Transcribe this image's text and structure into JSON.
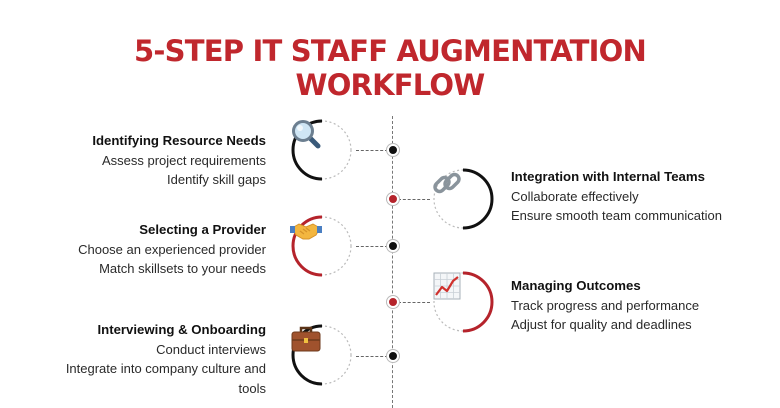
{
  "title": {
    "line1": "5-STEP IT STAFF AUGMENTATION",
    "line2": "WORKFLOW"
  },
  "colors": {
    "accent": "#c0272d",
    "dark": "#111111",
    "spine": "#777777"
  },
  "steps": [
    {
      "side": "left",
      "heading": "Identifying Resource Needs",
      "lines": [
        "Assess project requirements",
        "Identify skill gaps"
      ],
      "icon": "magnifier-icon",
      "ring_color": "#111111",
      "dot_color": "black"
    },
    {
      "side": "right",
      "heading": "Integration with Internal Teams",
      "lines": [
        "Collaborate effectively",
        "Ensure smooth team communication"
      ],
      "icon": "chain-link-icon",
      "ring_color": "#111111",
      "dot_color": "red"
    },
    {
      "side": "left",
      "heading": "Selecting a Provider",
      "lines": [
        "Choose an experienced provider",
        "Match skillsets to your needs"
      ],
      "icon": "handshake-icon",
      "ring_color": "#b5232b",
      "dot_color": "black"
    },
    {
      "side": "right",
      "heading": "Managing Outcomes",
      "lines": [
        "Track progress and performance",
        "Adjust for quality and deadlines"
      ],
      "icon": "trend-chart-icon",
      "ring_color": "#b5232b",
      "dot_color": "red"
    },
    {
      "side": "left",
      "heading": "Interviewing & Onboarding",
      "lines": [
        "Conduct interviews",
        "Integrate into company culture and",
        "tools"
      ],
      "icon": "briefcase-icon",
      "ring_color": "#111111",
      "dot_color": "black"
    }
  ]
}
